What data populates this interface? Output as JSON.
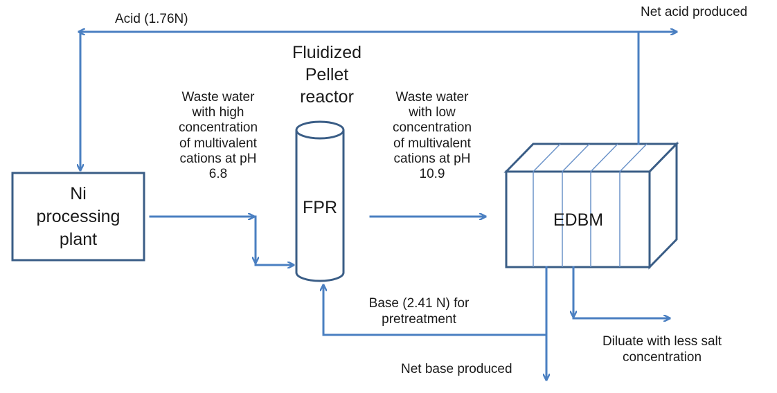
{
  "colors": {
    "line": "#4a7fc1",
    "box_stroke": "#3a5d86",
    "text": "#1a1a1a",
    "background": "#ffffff"
  },
  "labels": {
    "acid_flow": "Acid (1.76N)",
    "net_acid": "Net acid produced",
    "reactor_title": [
      "Fluidized",
      "Pellet",
      "reactor"
    ],
    "waste_high": [
      "Waste water",
      "with high",
      "concentration",
      "of multivalent",
      "cations at pH",
      "6.8"
    ],
    "waste_low": [
      "Waste water",
      "with low",
      "concentration",
      "of multivalent",
      "cations at pH",
      "10.9"
    ],
    "plant": [
      "Ni",
      "processing",
      "plant"
    ],
    "fpr": "FPR",
    "edbm": "EDBM",
    "base_flow": [
      "Base (2.41 N) for",
      "pretreatment"
    ],
    "net_base": "Net base produced",
    "diluate": [
      "Diluate with less salt",
      "concentration"
    ]
  }
}
